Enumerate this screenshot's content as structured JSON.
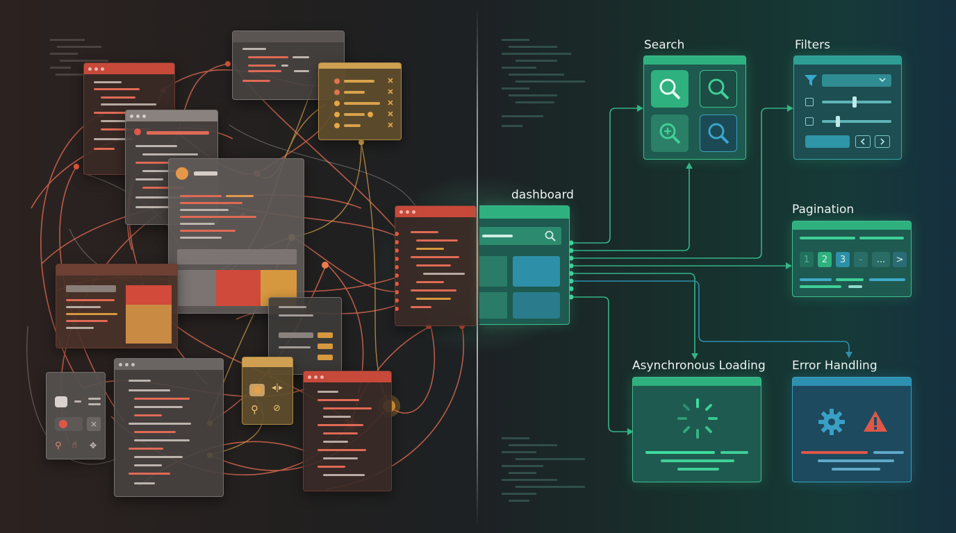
{
  "labels": {
    "dashboard": "dashboard",
    "search": "Search",
    "filters": "Filters",
    "pagination": "Pagination",
    "async_loading": "Asynchronous Loading",
    "error_handling": "Error Handling"
  },
  "pagination": {
    "pages": [
      "1",
      "2",
      "3",
      "-",
      "...",
      ">"
    ],
    "active_page": "2"
  },
  "colors": {
    "left_wire": "#d5664f",
    "left_wire_amber": "#d7a14c",
    "right_wire": "#35b487",
    "right_wire_blue": "#2f8fb0",
    "error_icon": "#e0574a",
    "gear_icon": "#3a9fc6"
  },
  "icons": {
    "search": [
      "magnifier-icon",
      "magnifier-icon",
      "zoom-in-icon",
      "magnifier-icon"
    ],
    "filters": [
      "funnel-icon",
      "chevron-down-icon",
      "checkbox-icon",
      "slider-icon",
      "chevron-left-icon",
      "chevron-right-icon"
    ],
    "async": "spinner-icon",
    "error": [
      "gear-icon",
      "warning-icon"
    ],
    "dashboard": "magnifier-icon"
  }
}
